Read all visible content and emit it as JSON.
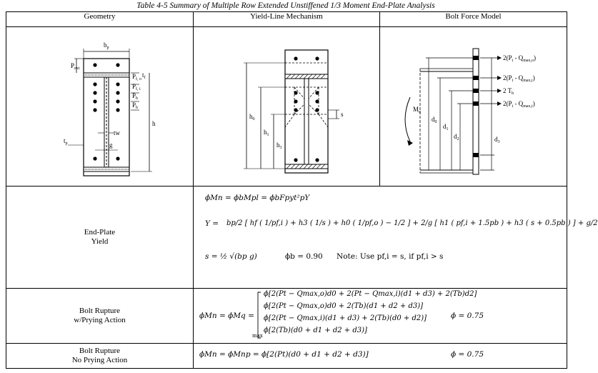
{
  "caption": "Table 4-5  Summary of Multiple Row Extended Unstiffened 1/3 Moment End-Plate Analysis",
  "headers": {
    "geometry": "Geometry",
    "yield_line": "Yield-Line Mechanism",
    "bolt_force": "Bolt Force Model"
  },
  "geometry_labels": {
    "bp": "b",
    "bp_sub": "p",
    "pext": "P",
    "pext_sub": "ext",
    "pf0": "P",
    "pf0_sub": "f, o",
    "pfi": "P",
    "pfi_sub": "f, i",
    "pb1": "P",
    "pb1_sub": "b",
    "pb2": "P",
    "pb2_sub": "b",
    "tf": "t",
    "tf_sub": "f",
    "tw": "tw",
    "tp": "t",
    "tp_sub": "p",
    "g": "g",
    "h": "h"
  },
  "yield_labels": {
    "h0": "h",
    "h0_sub": "0",
    "h1": "h",
    "h1_sub": "1",
    "h3": "h",
    "h3_sub": "3",
    "s": "s"
  },
  "bolt_labels": {
    "f1": "2(P",
    "f1_mid": "t",
    "f1_end": " - Q",
    "f1_sub": "max,o",
    "f2_sub": "max,i",
    "f3": "2 T",
    "f3_sub": "b",
    "f4_sub": "max,i",
    "mq": "M",
    "mq_sub": "q",
    "d0": "d",
    "d0_sub": "0",
    "d1": "d",
    "d1_sub": "1",
    "d2": "d",
    "d2_sub": "2",
    "d3": "d",
    "d3_sub": "3"
  },
  "rows": {
    "endplate": {
      "label1": "End-Plate",
      "label2": "Yield",
      "eq1": "ϕMn = ϕbMpl = ϕbFpyt²pY",
      "eq2_lhs": "Y =",
      "eq2_body": "bp/2 [ hf ( 1/pf,i ) + h3 ( 1/s ) + h0 ( 1/pf,o ) − 1/2 ] + 2/g [ h1 ( pf,i + 1.5pb ) + h3 ( s + 0.5pb ) ] + g/2",
      "eq3": "s = ½ √(bp g)",
      "phi": "ϕb = 0.90",
      "note": "Note:  Use pf,i = s,  if pf,i > s"
    },
    "prying": {
      "label1": "Bolt Rupture",
      "label2": "w/Prying Action",
      "lhs": "ϕMn = ϕMq =",
      "max": "max",
      "terms": [
        "ϕ[2(Pt − Qmax,o)d0 + 2(Pt − Qmax,i)(d1 + d3) + 2(Tb)d2]",
        "ϕ[2(Pt − Qmax,o)d0 + 2(Tb)(d1 + d2 + d3)]",
        "ϕ[2(Pt − Qmax,i)(d1 + d3) + 2(Tb)(d0 + d2)]",
        "ϕ[2(Tb)(d0 + d1 + d2 + d3)]"
      ],
      "phi": "ϕ = 0.75"
    },
    "noprying": {
      "label1": "Bolt Rupture",
      "label2": "No Prying Action",
      "eq": "ϕMn = ϕMnp = ϕ[2(Pt)(d0 + d1 + d2 + d3)]",
      "phi": "ϕ = 0.75"
    }
  }
}
